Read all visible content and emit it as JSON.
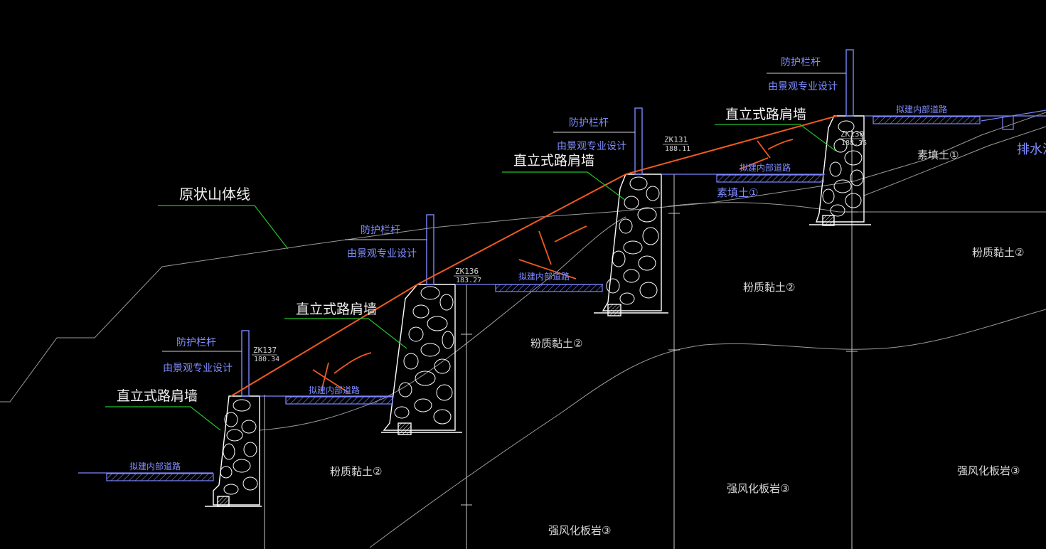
{
  "colors": {
    "background": "#000000",
    "terrain": "#9a9a9a",
    "leader": "#22c02a",
    "label_text": "#f2f2f2",
    "road_text": "#7f8cff",
    "road_line": "#7c86ff",
    "design_line": "#f05a1e",
    "wall_outline": "#ffffff",
    "soil_text": "#d8d8d8",
    "borehole_text": "#d0d0d0"
  },
  "labels": {
    "original_mountain_line": "原状山体线",
    "retaining_wall": "直立式路肩墙",
    "railing": "防护栏杆",
    "railing_note": "由景观专业设计",
    "internal_road": "拟建内部道路",
    "drainage": "排水沟"
  },
  "soil_layers": {
    "fill": "素填土①",
    "silty_clay": "粉质黏土②",
    "weathered_slate": "强风化板岩③"
  },
  "boreholes": [
    {
      "id": "ZK137",
      "elevation": "180.34"
    },
    {
      "id": "ZK136",
      "elevation": "183.27"
    },
    {
      "id": "ZK131",
      "elevation": "188.11"
    },
    {
      "id": "ZK130",
      "elevation": "188.35"
    }
  ]
}
